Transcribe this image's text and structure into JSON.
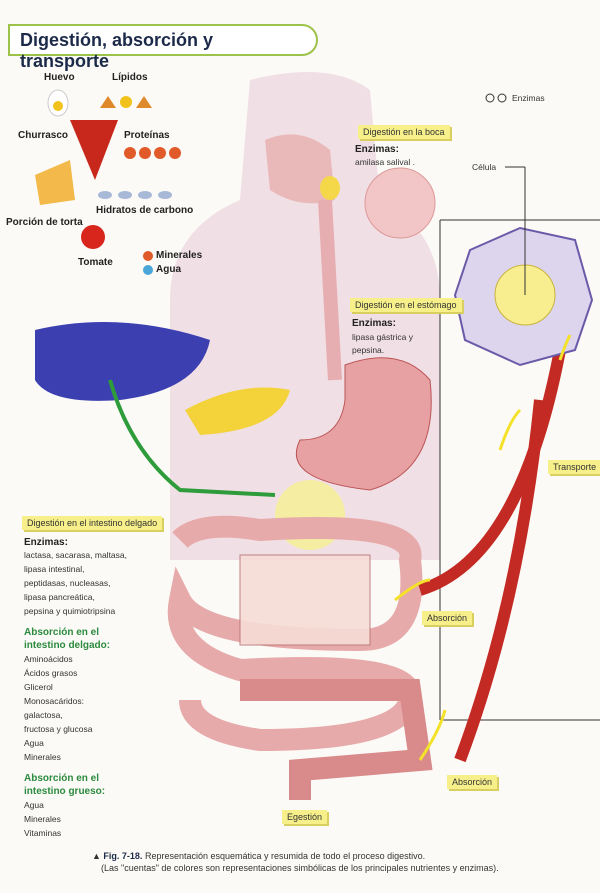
{
  "title": "Digestión, absorción y transporte",
  "foods": {
    "huevo": "Huevo",
    "lipidos": "Lípidos",
    "churrasco": "Churrasco",
    "proteinas": "Proteínas",
    "torta": "Porción de torta",
    "hidratos": "Hidratos de carbono",
    "tomate": "Tomate",
    "minerales": "Minerales",
    "agua": "Agua"
  },
  "enzimas_legend": "Enzimas",
  "boca": {
    "tag": "Digestión en la boca",
    "enz": "Enzimas:",
    "list": "amilasa salival ."
  },
  "celula": "Célula",
  "estomago": {
    "tag": "Digestión en el estómago",
    "enz": "Enzimas:",
    "l1": "lipasa gástrica y",
    "l2": "pepsina."
  },
  "delgado": {
    "tag": "Digestión en el intestino delgado",
    "enz": "Enzimas:",
    "enzymes": [
      "lactasa, sacarasa, maltasa,",
      "lipasa intestinal,",
      "peptidasas, nucleasas,",
      "lipasa pancreática,",
      "pepsina y quimiotripsina"
    ],
    "abs_title1": "Absorción en el",
    "abs_title2": "intestino delgado:",
    "absorbed": [
      "Aminoácidos",
      "Ácidos grasos",
      "Glicerol",
      "Monosacáridos:",
      "galactosa,",
      "fructosa y glucosa",
      "Agua",
      "Minerales"
    ]
  },
  "grueso": {
    "abs_title1": "Absorción en el",
    "abs_title2": "intestino grueso:",
    "absorbed": [
      "Agua",
      "Minerales",
      "Vitaminas"
    ]
  },
  "transporte": "Transporte",
  "absorcion1": "Absorción",
  "absorcion2": "Absorción",
  "egestion": "Egestión",
  "caption": {
    "fig": "Fig. 7-18.",
    "line1": "Representación esquemática y resumida de todo el proceso digestivo.",
    "line2": "(Las \"cuentas\" de colores son representaciones simbólicas de los principales nutrientes y enzimas)."
  }
}
